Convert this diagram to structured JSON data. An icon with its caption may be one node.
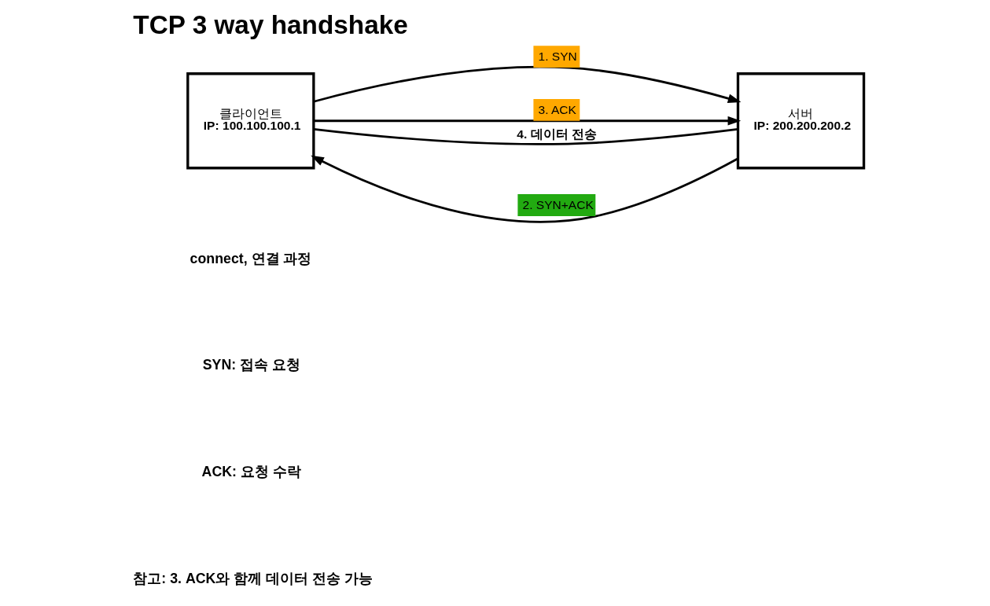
{
  "diagram": {
    "title": "TCP 3 way handshake",
    "nodes": [
      {
        "text": [
          "클라이언트",
          "IP: 100.100.100.1"
        ]
      },
      {
        "text": [
          "서버",
          "IP: 200.200.200.2"
        ]
      }
    ],
    "edges": [
      {
        "from": 0,
        "to": 1,
        "arrow": "to",
        "label": "1. SYN"
      },
      {
        "from": 1,
        "to": 0,
        "arrow": "to",
        "label": "2. SYN+ACK"
      },
      {
        "from": 0,
        "to": 1,
        "arrow": "to",
        "label": "3. ACK"
      },
      {
        "from": 0,
        "to": 1,
        "arrow": "none",
        "label": "4. 데이터 전송"
      }
    ],
    "labels": [
      "connect, 연결 과정",
      "SYN: 접속 요청",
      "ACK: 요청 수락",
      "참고: 3. ACK와 함께 데이터 전송 가능"
    ]
  }
}
